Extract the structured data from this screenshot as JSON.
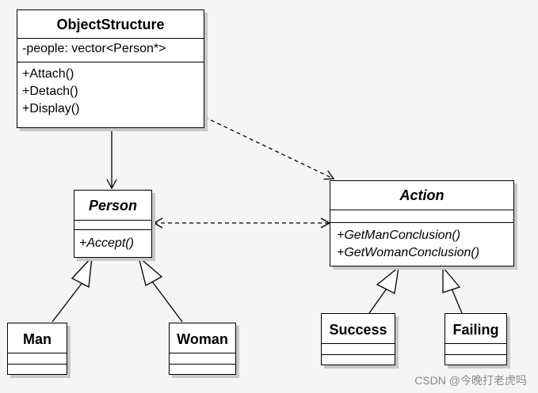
{
  "classes": {
    "object_structure": {
      "name": "ObjectStructure",
      "attributes": [
        "-people: vector<Person*>"
      ],
      "operations": [
        "+Attach()",
        "+Detach()",
        "+Display()"
      ]
    },
    "person": {
      "name": "Person",
      "operations": [
        "+Accept()"
      ]
    },
    "action": {
      "name": "Action",
      "operations": [
        "+GetManConclusion()",
        "+GetWomanConclusion()"
      ]
    },
    "man": {
      "name": "Man"
    },
    "woman": {
      "name": "Woman"
    },
    "success": {
      "name": "Success"
    },
    "failing": {
      "name": "Failing"
    }
  },
  "watermark": "CSDN @今晚打老虎吗"
}
